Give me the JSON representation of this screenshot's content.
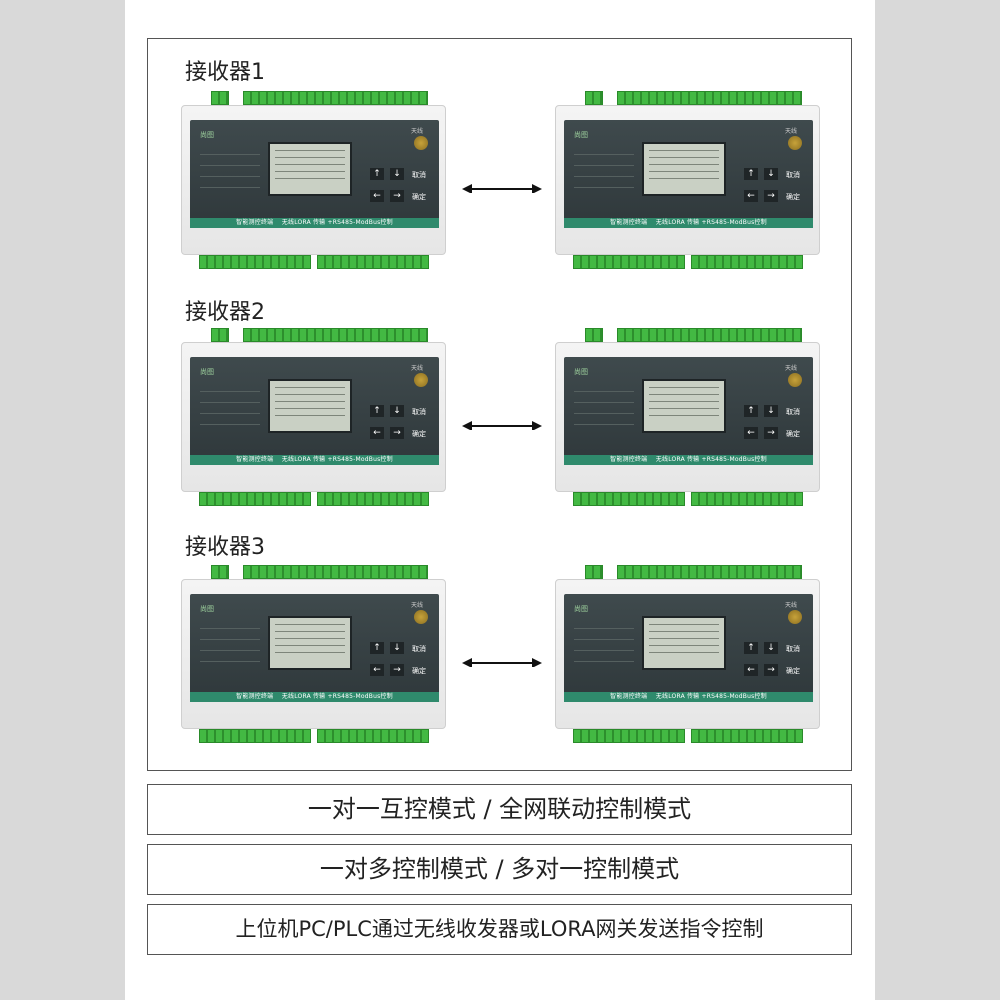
{
  "receivers": [
    {
      "title": "接收器1"
    },
    {
      "title": "接收器2"
    },
    {
      "title": "接收器3"
    }
  ],
  "device": {
    "brand": "尚图",
    "strip_left": "智能测控终端",
    "strip_right": "无线LORA 传输 +RS485-ModBus控制",
    "btn_cancel": "取消",
    "btn_ok": "确定",
    "antenna_label": "天线",
    "arrow_up": "↑",
    "arrow_down": "↓",
    "arrow_left": "←",
    "arrow_right": "→"
  },
  "modes": {
    "mode1": "一对一互控模式 / 全网联动控制模式",
    "mode2": "一对多控制模式 / 多对一控制模式",
    "mode3": "上位机PC/PLC通过无线收发器或LORA网关发送指令控制"
  },
  "colors": {
    "terminal_green": "#3fae3f",
    "panel_dark": "#2f383b",
    "strip_teal": "#2f8a6c"
  }
}
